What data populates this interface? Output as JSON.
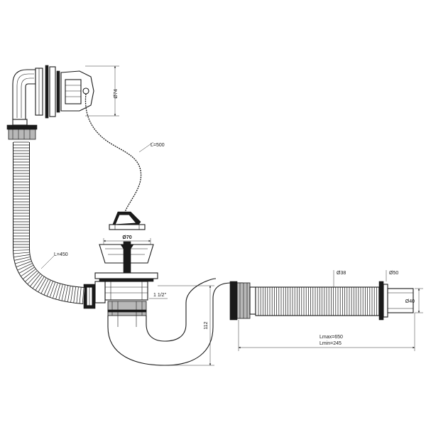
{
  "labels": {
    "overflow_diameter": "Ø74",
    "chain_length": "L=500",
    "overflow_hose_length": "L=450",
    "drain_diameter": "Ø70",
    "thread_size": "1 1/2\"",
    "trap_height": "112",
    "corrugated_diameter": "Ø38",
    "outlet_flange_diameter": "Ø50",
    "outlet_diameter": "Ø40",
    "length_max": "Lmax=650",
    "length_min": "Lmin=245"
  },
  "colors": {
    "line": "#1a1a1a",
    "background": "#ffffff",
    "shade": "#b8b8b8"
  }
}
